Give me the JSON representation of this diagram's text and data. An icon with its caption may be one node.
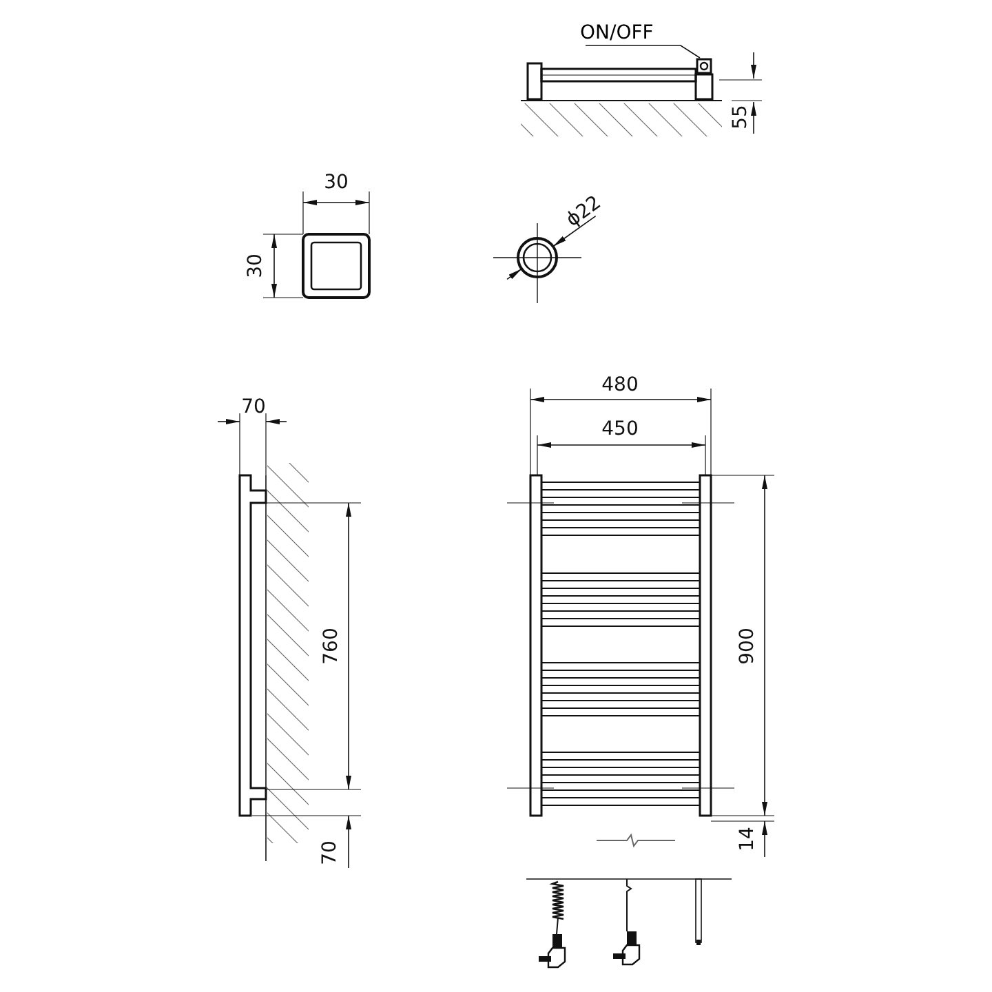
{
  "diagram": {
    "nodes": [
      {
        "text": [
          "ON/OFF"
        ]
      },
      {
        "text": [],
        "shape": "box"
      }
    ],
    "edges": [
      {
        "from": 0,
        "to": 1,
        "arrow": "none"
      }
    ],
    "labels": [
      "55",
      "30",
      "30",
      "ϕ22",
      "70",
      "480",
      "450",
      "760",
      "900",
      "70",
      "14"
    ]
  }
}
